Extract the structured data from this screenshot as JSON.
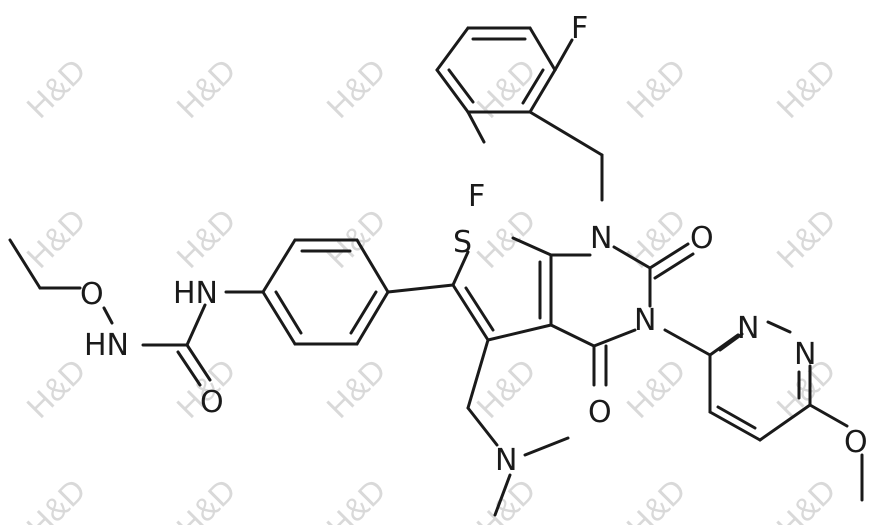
{
  "watermark": {
    "text": "H&D",
    "color": "#d9d9d9"
  },
  "atoms": {
    "F1": "F",
    "F2": "F",
    "S": "S",
    "N1": "N",
    "O1": "O",
    "N3": "N",
    "O2": "O",
    "N_pyr1": "N",
    "N_pyr2": "N",
    "O_me": "O",
    "N_dm": "N",
    "NH_anilino": "HN",
    "O_urea": "O",
    "NH_oxy": "HN",
    "O_ethoxy": "O"
  }
}
